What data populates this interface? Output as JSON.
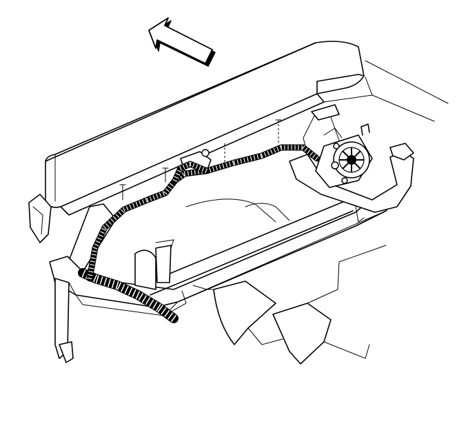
{
  "diagram": {
    "direction_arrow": "arrow-pointing-forward",
    "components": [
      "bumper-fascia",
      "harness-conduit",
      "connector",
      "motor-mount",
      "frame-rail",
      "crossmember",
      "fasteners"
    ],
    "colors": {
      "line": "#000000",
      "background": "#ffffff"
    }
  }
}
